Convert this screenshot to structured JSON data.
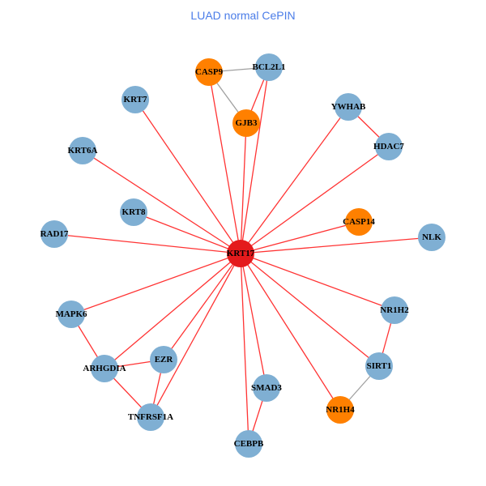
{
  "title": "LUAD normal CePIN",
  "colors": {
    "blue": "#7fafd3",
    "orange": "#ff8000",
    "red": "#e41a1c",
    "edge_red": "#ff3333",
    "edge_gray": "#a0a0a0"
  },
  "nodes": [
    {
      "id": "KRT17",
      "color": "red"
    },
    {
      "id": "CASP9",
      "color": "orange"
    },
    {
      "id": "BCL2L1",
      "color": "blue"
    },
    {
      "id": "GJB3",
      "color": "orange"
    },
    {
      "id": "KRT7",
      "color": "blue"
    },
    {
      "id": "YWHAB",
      "color": "blue"
    },
    {
      "id": "HDAC7",
      "color": "blue"
    },
    {
      "id": "KRT6A",
      "color": "blue"
    },
    {
      "id": "KRT8",
      "color": "blue"
    },
    {
      "id": "CASP14",
      "color": "orange"
    },
    {
      "id": "RAD17",
      "color": "blue"
    },
    {
      "id": "NLK",
      "color": "blue"
    },
    {
      "id": "MAPK6",
      "color": "blue"
    },
    {
      "id": "NR1H2",
      "color": "blue"
    },
    {
      "id": "ARHGDIA",
      "color": "blue"
    },
    {
      "id": "EZR",
      "color": "blue"
    },
    {
      "id": "SIRT1",
      "color": "blue"
    },
    {
      "id": "SMAD3",
      "color": "blue"
    },
    {
      "id": "TNFRSF1A",
      "color": "blue"
    },
    {
      "id": "NR1H4",
      "color": "orange"
    },
    {
      "id": "CEBPB",
      "color": "blue"
    }
  ],
  "edges": [
    [
      "KRT17",
      "CASP9",
      "red"
    ],
    [
      "KRT17",
      "BCL2L1",
      "red"
    ],
    [
      "KRT17",
      "GJB3",
      "red"
    ],
    [
      "KRT17",
      "KRT7",
      "red"
    ],
    [
      "KRT17",
      "YWHAB",
      "red"
    ],
    [
      "KRT17",
      "HDAC7",
      "red"
    ],
    [
      "KRT17",
      "KRT6A",
      "red"
    ],
    [
      "KRT17",
      "KRT8",
      "red"
    ],
    [
      "KRT17",
      "CASP14",
      "red"
    ],
    [
      "KRT17",
      "RAD17",
      "red"
    ],
    [
      "KRT17",
      "NLK",
      "red"
    ],
    [
      "KRT17",
      "MAPK6",
      "red"
    ],
    [
      "KRT17",
      "NR1H2",
      "red"
    ],
    [
      "KRT17",
      "ARHGDIA",
      "red"
    ],
    [
      "KRT17",
      "EZR",
      "red"
    ],
    [
      "KRT17",
      "SIRT1",
      "red"
    ],
    [
      "KRT17",
      "SMAD3",
      "red"
    ],
    [
      "KRT17",
      "TNFRSF1A",
      "red"
    ],
    [
      "KRT17",
      "NR1H4",
      "red"
    ],
    [
      "KRT17",
      "CEBPB",
      "red"
    ],
    [
      "CASP9",
      "BCL2L1",
      "gray"
    ],
    [
      "CASP9",
      "GJB3",
      "gray"
    ],
    [
      "BCL2L1",
      "GJB3",
      "red"
    ],
    [
      "YWHAB",
      "HDAC7",
      "red"
    ],
    [
      "MAPK6",
      "ARHGDIA",
      "red"
    ],
    [
      "ARHGDIA",
      "EZR",
      "red"
    ],
    [
      "ARHGDIA",
      "TNFRSF1A",
      "red"
    ],
    [
      "EZR",
      "TNFRSF1A",
      "red"
    ],
    [
      "NR1H2",
      "SIRT1",
      "red"
    ],
    [
      "SIRT1",
      "NR1H4",
      "gray"
    ],
    [
      "SMAD3",
      "CEBPB",
      "red"
    ]
  ]
}
